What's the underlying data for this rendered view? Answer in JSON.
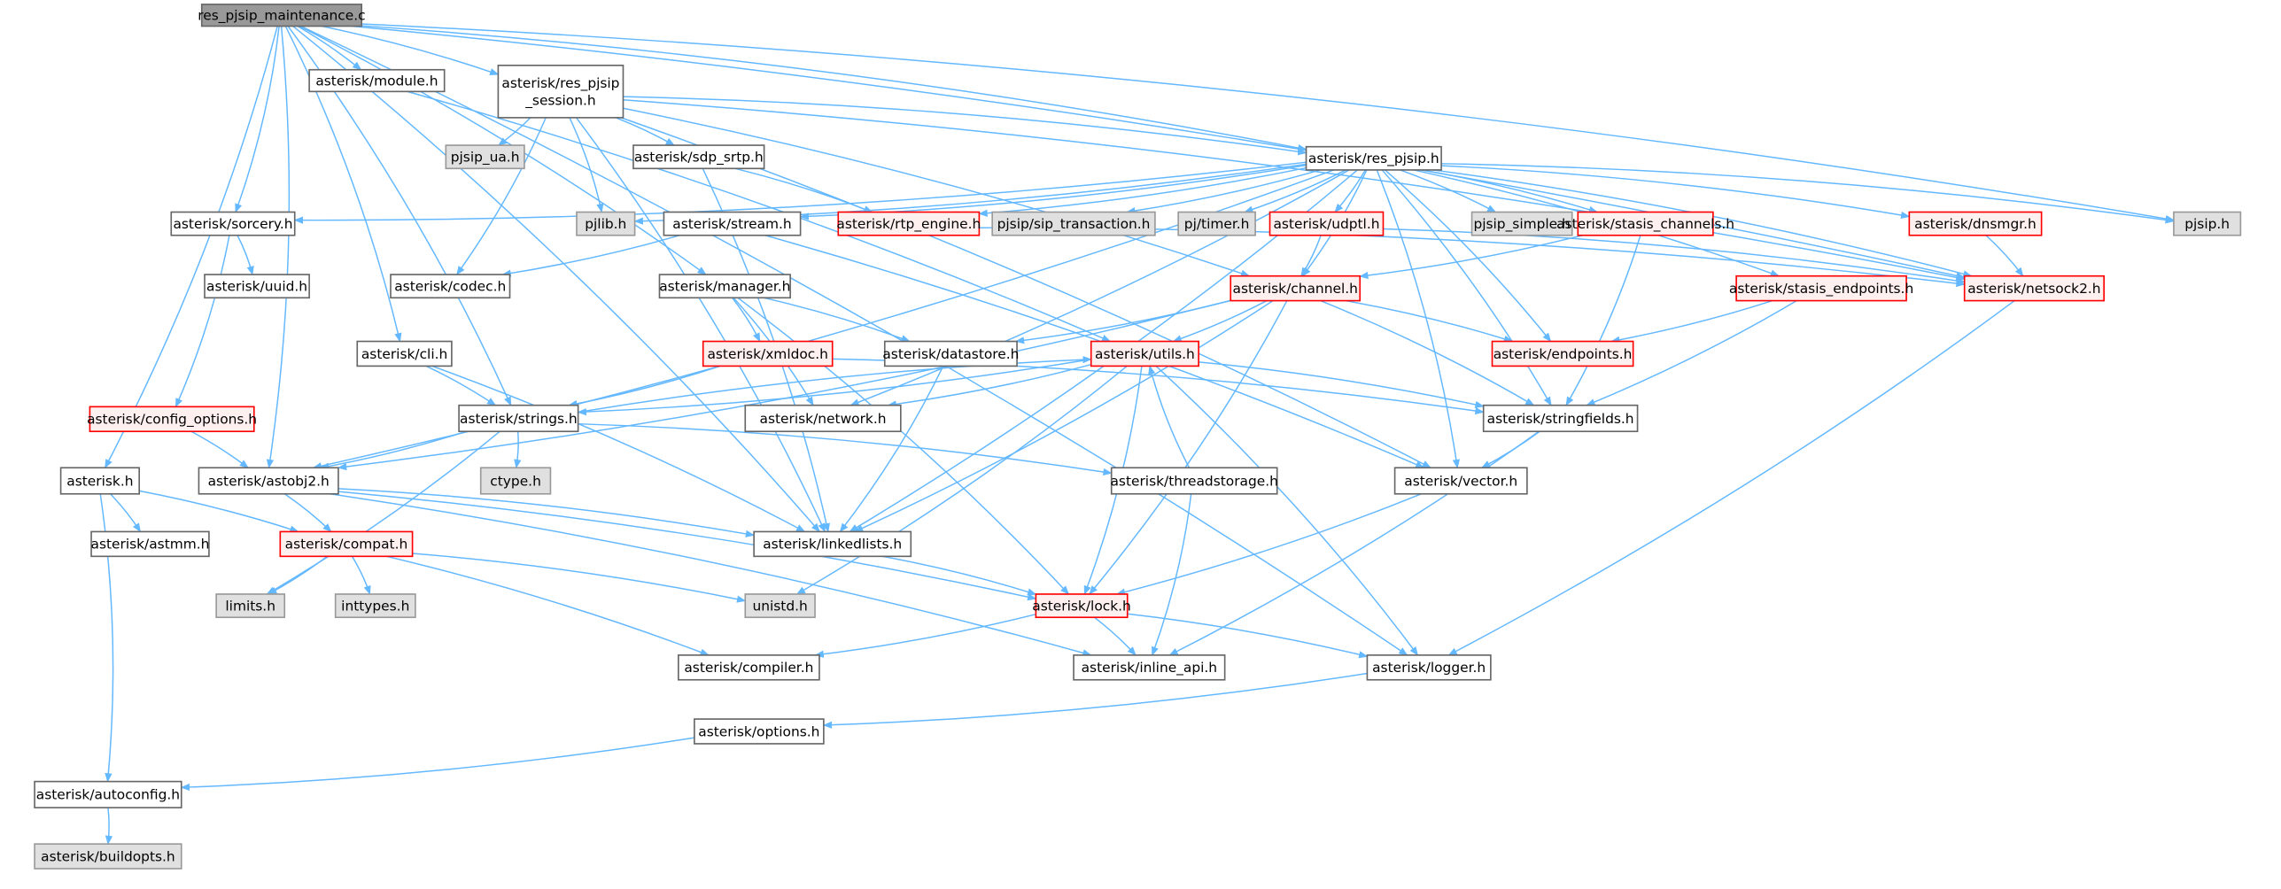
{
  "title": "res_pjsip_maintenance.c",
  "colors": {
    "edge": "#63b8ff",
    "root_fill": "#999999",
    "root_stroke": "#666666",
    "normal_fill": "#ffffff",
    "normal_stroke": "#666666",
    "external_fill": "#e0e0e0",
    "external_stroke": "#999999",
    "red_fill": "#fff0f0",
    "red_stroke": "#ff0000"
  },
  "nodes": [
    {
      "id": "main",
      "label": "res_pjsip_maintenance.c",
      "kind": "root"
    },
    {
      "id": "module",
      "label": "asterisk/module.h",
      "kind": "normal"
    },
    {
      "id": "session",
      "label": "asterisk/res_pjsip\n_session.h",
      "kind": "normal"
    },
    {
      "id": "res_pjsip",
      "label": "asterisk/res_pjsip.h",
      "kind": "normal"
    },
    {
      "id": "pjsip",
      "label": "pjsip.h",
      "kind": "external"
    },
    {
      "id": "sorcery",
      "label": "asterisk/sorcery.h",
      "kind": "normal"
    },
    {
      "id": "pjsip_ua",
      "label": "pjsip_ua.h",
      "kind": "external"
    },
    {
      "id": "sdp_srtp",
      "label": "asterisk/sdp_srtp.h",
      "kind": "normal"
    },
    {
      "id": "pjlib",
      "label": "pjlib.h",
      "kind": "external"
    },
    {
      "id": "stream",
      "label": "asterisk/stream.h",
      "kind": "normal"
    },
    {
      "id": "rtp_engine",
      "label": "asterisk/rtp_engine.h",
      "kind": "red"
    },
    {
      "id": "sip_transaction",
      "label": "pjsip/sip_transaction.h",
      "kind": "external"
    },
    {
      "id": "timer",
      "label": "pj/timer.h",
      "kind": "external"
    },
    {
      "id": "udptl",
      "label": "asterisk/udptl.h",
      "kind": "red"
    },
    {
      "id": "pjsip_simple",
      "label": "pjsip_simple.h",
      "kind": "external"
    },
    {
      "id": "stasis_channels",
      "label": "asterisk/stasis_channels.h",
      "kind": "red"
    },
    {
      "id": "dnsmgr",
      "label": "asterisk/dnsmgr.h",
      "kind": "red"
    },
    {
      "id": "uuid",
      "label": "asterisk/uuid.h",
      "kind": "normal"
    },
    {
      "id": "codec",
      "label": "asterisk/codec.h",
      "kind": "normal"
    },
    {
      "id": "manager",
      "label": "asterisk/manager.h",
      "kind": "normal"
    },
    {
      "id": "channel",
      "label": "asterisk/channel.h",
      "kind": "red"
    },
    {
      "id": "stasis_endpoints",
      "label": "asterisk/stasis_endpoints.h",
      "kind": "red"
    },
    {
      "id": "netsock2",
      "label": "asterisk/netsock2.h",
      "kind": "red"
    },
    {
      "id": "cli",
      "label": "asterisk/cli.h",
      "kind": "normal"
    },
    {
      "id": "xmldoc",
      "label": "asterisk/xmldoc.h",
      "kind": "red"
    },
    {
      "id": "datastore",
      "label": "asterisk/datastore.h",
      "kind": "normal"
    },
    {
      "id": "utils",
      "label": "asterisk/utils.h",
      "kind": "red"
    },
    {
      "id": "endpoints",
      "label": "asterisk/endpoints.h",
      "kind": "red"
    },
    {
      "id": "config_options",
      "label": "asterisk/config_options.h",
      "kind": "red"
    },
    {
      "id": "strings",
      "label": "asterisk/strings.h",
      "kind": "normal"
    },
    {
      "id": "network",
      "label": "asterisk/network.h",
      "kind": "normal"
    },
    {
      "id": "stringfields",
      "label": "asterisk/stringfields.h",
      "kind": "normal"
    },
    {
      "id": "ctype",
      "label": "ctype.h",
      "kind": "external"
    },
    {
      "id": "threadstorage",
      "label": "asterisk/threadstorage.h",
      "kind": "normal"
    },
    {
      "id": "vector",
      "label": "asterisk/vector.h",
      "kind": "normal"
    },
    {
      "id": "asterisk",
      "label": "asterisk.h",
      "kind": "normal"
    },
    {
      "id": "astobj2",
      "label": "asterisk/astobj2.h",
      "kind": "normal"
    },
    {
      "id": "astmm",
      "label": "asterisk/astmm.h",
      "kind": "normal"
    },
    {
      "id": "compat",
      "label": "asterisk/compat.h",
      "kind": "red"
    },
    {
      "id": "linkedlists",
      "label": "asterisk/linkedlists.h",
      "kind": "normal"
    },
    {
      "id": "limits",
      "label": "limits.h",
      "kind": "external"
    },
    {
      "id": "inttypes",
      "label": "inttypes.h",
      "kind": "external"
    },
    {
      "id": "unistd",
      "label": "unistd.h",
      "kind": "external"
    },
    {
      "id": "lock",
      "label": "asterisk/lock.h",
      "kind": "red"
    },
    {
      "id": "compiler",
      "label": "asterisk/compiler.h",
      "kind": "normal"
    },
    {
      "id": "inline_api",
      "label": "asterisk/inline_api.h",
      "kind": "normal"
    },
    {
      "id": "logger",
      "label": "asterisk/logger.h",
      "kind": "normal"
    },
    {
      "id": "options",
      "label": "asterisk/options.h",
      "kind": "normal"
    },
    {
      "id": "autoconfig",
      "label": "asterisk/autoconfig.h",
      "kind": "normal"
    },
    {
      "id": "buildopts",
      "label": "asterisk/buildopts.h",
      "kind": "external"
    }
  ],
  "edges": [
    [
      "main",
      "module"
    ],
    [
      "main",
      "session"
    ],
    [
      "main",
      "res_pjsip"
    ],
    [
      "main",
      "pjsip"
    ],
    [
      "main",
      "sorcery"
    ],
    [
      "main",
      "manager"
    ],
    [
      "main",
      "cli"
    ],
    [
      "main",
      "strings"
    ],
    [
      "main",
      "astobj2"
    ],
    [
      "main",
      "asterisk"
    ],
    [
      "main",
      "logger"
    ],
    [
      "main",
      "netsock2"
    ],
    [
      "main",
      "linkedlists"
    ],
    [
      "module",
      "utils"
    ],
    [
      "session",
      "pjsip_ua"
    ],
    [
      "session",
      "sdp_srtp"
    ],
    [
      "session",
      "pjlib"
    ],
    [
      "session",
      "codec"
    ],
    [
      "session",
      "res_pjsip"
    ],
    [
      "session",
      "netsock2"
    ],
    [
      "session",
      "linkedlists"
    ],
    [
      "session",
      "channel"
    ],
    [
      "session",
      "vector"
    ],
    [
      "sdp_srtp",
      "rtp_engine"
    ],
    [
      "sdp_srtp",
      "linkedlists"
    ],
    [
      "res_pjsip",
      "sorcery"
    ],
    [
      "res_pjsip",
      "pjlib"
    ],
    [
      "res_pjsip",
      "stream"
    ],
    [
      "res_pjsip",
      "rtp_engine"
    ],
    [
      "res_pjsip",
      "sip_transaction"
    ],
    [
      "res_pjsip",
      "timer"
    ],
    [
      "res_pjsip",
      "udptl"
    ],
    [
      "res_pjsip",
      "pjsip_simple"
    ],
    [
      "res_pjsip",
      "stasis_channels"
    ],
    [
      "res_pjsip",
      "dnsmgr"
    ],
    [
      "res_pjsip",
      "pjsip"
    ],
    [
      "res_pjsip",
      "channel"
    ],
    [
      "res_pjsip",
      "netsock2"
    ],
    [
      "res_pjsip",
      "endpoints"
    ],
    [
      "res_pjsip",
      "stasis_endpoints"
    ],
    [
      "res_pjsip",
      "stringfields"
    ],
    [
      "res_pjsip",
      "vector"
    ],
    [
      "res_pjsip",
      "linkedlists"
    ],
    [
      "res_pjsip",
      "network"
    ],
    [
      "res_pjsip",
      "astobj2"
    ],
    [
      "stream",
      "codec"
    ],
    [
      "stream",
      "vector"
    ],
    [
      "rtp_engine",
      "netsock2"
    ],
    [
      "udptl",
      "channel"
    ],
    [
      "udptl",
      "netsock2"
    ],
    [
      "stasis_channels",
      "channel"
    ],
    [
      "stasis_channels",
      "stringfields"
    ],
    [
      "dnsmgr",
      "netsock2"
    ],
    [
      "stasis_endpoints",
      "endpoints"
    ],
    [
      "stasis_endpoints",
      "stringfields"
    ],
    [
      "netsock2",
      "logger"
    ],
    [
      "sorcery",
      "uuid"
    ],
    [
      "sorcery",
      "config_options"
    ],
    [
      "config_options",
      "astobj2"
    ],
    [
      "manager",
      "xmldoc"
    ],
    [
      "manager",
      "datastore"
    ],
    [
      "manager",
      "network"
    ],
    [
      "manager",
      "lock"
    ],
    [
      "channel",
      "utils"
    ],
    [
      "channel",
      "datastore"
    ],
    [
      "channel",
      "endpoints"
    ],
    [
      "channel",
      "stringfields"
    ],
    [
      "channel",
      "astobj2"
    ],
    [
      "channel",
      "linkedlists"
    ],
    [
      "channel",
      "lock"
    ],
    [
      "cli",
      "strings"
    ],
    [
      "cli",
      "linkedlists"
    ],
    [
      "xmldoc",
      "strings"
    ],
    [
      "xmldoc",
      "stringfields"
    ],
    [
      "datastore",
      "linkedlists"
    ],
    [
      "utils",
      "strings"
    ],
    [
      "utils",
      "network"
    ],
    [
      "utils",
      "stringfields"
    ],
    [
      "utils",
      "lock"
    ],
    [
      "utils",
      "unistd"
    ],
    [
      "utils",
      "logger"
    ],
    [
      "strings",
      "utils"
    ],
    [
      "strings",
      "astobj2"
    ],
    [
      "strings",
      "ctype"
    ],
    [
      "strings",
      "limits"
    ],
    [
      "strings",
      "threadstorage"
    ],
    [
      "stringfields",
      "vector"
    ],
    [
      "stringfields",
      "inline_api"
    ],
    [
      "threadstorage",
      "utils"
    ],
    [
      "threadstorage",
      "inline_api"
    ],
    [
      "vector",
      "lock"
    ],
    [
      "asterisk",
      "astmm"
    ],
    [
      "asterisk",
      "compat"
    ],
    [
      "asterisk",
      "autoconfig"
    ],
    [
      "astobj2",
      "compat"
    ],
    [
      "astobj2",
      "linkedlists"
    ],
    [
      "astobj2",
      "lock"
    ],
    [
      "astobj2",
      "inline_api"
    ],
    [
      "compat",
      "limits"
    ],
    [
      "compat",
      "inttypes"
    ],
    [
      "compat",
      "unistd"
    ],
    [
      "compat",
      "compiler"
    ],
    [
      "linkedlists",
      "lock"
    ],
    [
      "lock",
      "compiler"
    ],
    [
      "lock",
      "inline_api"
    ],
    [
      "lock",
      "logger"
    ],
    [
      "logger",
      "options"
    ],
    [
      "options",
      "autoconfig"
    ],
    [
      "autoconfig",
      "buildopts"
    ]
  ]
}
